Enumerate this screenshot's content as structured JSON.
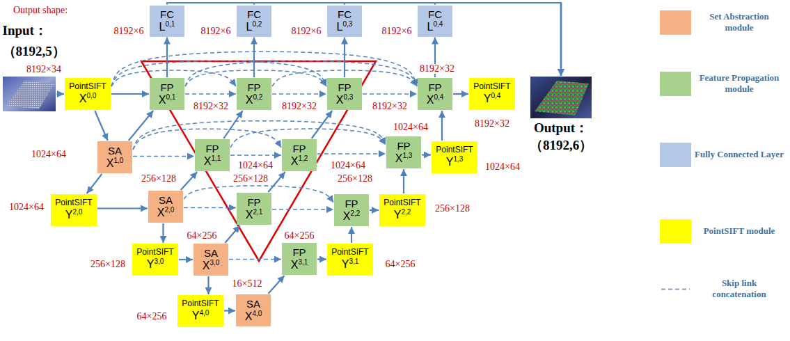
{
  "diagram": {
    "nodes": [
      {
        "text": [
          "FC",
          "L",
          "0,1"
        ]
      },
      {
        "text": [
          "FC",
          "L",
          "0,2"
        ]
      },
      {
        "text": [
          "FC",
          "L",
          "0,3"
        ]
      },
      {
        "text": [
          "FC",
          "L",
          "0,4"
        ]
      },
      {
        "text": [
          "Input：",
          "（8192,5）"
        ]
      },
      {
        "text": [
          "PointSIFT",
          "X",
          "0,0"
        ]
      },
      {
        "text": [
          "FP",
          "X",
          "0,1"
        ]
      },
      {
        "text": [
          "FP",
          "X",
          "0,2"
        ]
      },
      {
        "text": [
          "FP",
          "X",
          "0,3"
        ]
      },
      {
        "text": [
          "FP",
          "X",
          "0,4"
        ]
      },
      {
        "text": [
          "PointSIFT",
          "Y",
          "0,4"
        ]
      },
      {
        "text": [
          "Output：",
          "（8192,6）"
        ]
      },
      {
        "text": [
          "SA",
          "X",
          "1,0"
        ]
      },
      {
        "text": [
          "FP",
          "X",
          "1,1"
        ]
      },
      {
        "text": [
          "FP",
          "X",
          "1,2"
        ]
      },
      {
        "text": [
          "FP",
          "X",
          "1,3"
        ]
      },
      {
        "text": [
          "PointSIFT",
          "Y",
          "1,3"
        ]
      },
      {
        "text": [
          "PointSIFT",
          "Y",
          "2,0"
        ]
      },
      {
        "text": [
          "SA",
          "X",
          "2,0"
        ]
      },
      {
        "text": [
          "FP",
          "X",
          "2,1"
        ]
      },
      {
        "text": [
          "FP",
          "X",
          "2,2"
        ]
      },
      {
        "text": [
          "PointSIFT",
          "Y",
          "2,2"
        ]
      },
      {
        "text": [
          "PointSIFT",
          "Y",
          "3,0"
        ]
      },
      {
        "text": [
          "SA",
          "X",
          "3,0"
        ]
      },
      {
        "text": [
          "FP",
          "X",
          "3,1"
        ]
      },
      {
        "text": [
          "PointSIFT",
          "Y",
          "3,1"
        ]
      },
      {
        "text": [
          "PointSIFT",
          "Y",
          "4,0"
        ]
      },
      {
        "text": [
          "SA",
          "X",
          "4,0"
        ]
      }
    ],
    "edges": [
      {
        "from": 4,
        "to": 5,
        "arrow": "to"
      },
      {
        "from": 5,
        "to": 6,
        "arrow": "to"
      },
      {
        "from": 5,
        "to": 12,
        "arrow": "to"
      },
      {
        "from": 12,
        "to": 6,
        "arrow": "to"
      },
      {
        "from": 6,
        "to": 0,
        "arrow": "to"
      },
      {
        "from": 5,
        "to": 7,
        "arrow": "to"
      },
      {
        "from": 5,
        "to": 8,
        "arrow": "to"
      },
      {
        "from": 5,
        "to": 9,
        "arrow": "to"
      },
      {
        "from": 6,
        "to": 7,
        "arrow": "to"
      },
      {
        "from": 6,
        "to": 8,
        "arrow": "to"
      },
      {
        "from": 6,
        "to": 9,
        "arrow": "to"
      },
      {
        "from": 7,
        "to": 8,
        "arrow": "to"
      },
      {
        "from": 7,
        "to": 9,
        "arrow": "to"
      },
      {
        "from": 8,
        "to": 9,
        "arrow": "to"
      },
      {
        "from": 7,
        "to": 1,
        "arrow": "to"
      },
      {
        "from": 8,
        "to": 2,
        "arrow": "to"
      },
      {
        "from": 9,
        "to": 3,
        "arrow": "to"
      },
      {
        "from": 9,
        "to": 10,
        "arrow": "to"
      },
      {
        "from": 0,
        "to": 11,
        "arrow": "to"
      },
      {
        "from": 1,
        "to": 11,
        "arrow": "to"
      },
      {
        "from": 2,
        "to": 11,
        "arrow": "to"
      },
      {
        "from": 3,
        "to": 11,
        "arrow": "to"
      },
      {
        "from": 12,
        "to": 13,
        "arrow": "to"
      },
      {
        "from": 12,
        "to": 14,
        "arrow": "to"
      },
      {
        "from": 12,
        "to": 15,
        "arrow": "to"
      },
      {
        "from": 13,
        "to": 14,
        "arrow": "to"
      },
      {
        "from": 13,
        "to": 15,
        "arrow": "to"
      },
      {
        "from": 14,
        "to": 15,
        "arrow": "to"
      },
      {
        "from": 13,
        "to": 7,
        "arrow": "to"
      },
      {
        "from": 14,
        "to": 8,
        "arrow": "to"
      },
      {
        "from": 15,
        "to": 16,
        "arrow": "to"
      },
      {
        "from": 16,
        "to": 9,
        "arrow": "to"
      },
      {
        "from": 12,
        "to": 17,
        "arrow": "to"
      },
      {
        "from": 17,
        "to": 18,
        "arrow": "to"
      },
      {
        "from": 18,
        "to": 13,
        "arrow": "to"
      },
      {
        "from": 18,
        "to": 19,
        "arrow": "to"
      },
      {
        "from": 18,
        "to": 20,
        "arrow": "to"
      },
      {
        "from": 19,
        "to": 20,
        "arrow": "to"
      },
      {
        "from": 19,
        "to": 14,
        "arrow": "to"
      },
      {
        "from": 20,
        "to": 21,
        "arrow": "to"
      },
      {
        "from": 21,
        "to": 15,
        "arrow": "to"
      },
      {
        "from": 18,
        "to": 22,
        "arrow": "to"
      },
      {
        "from": 22,
        "to": 23,
        "arrow": "to"
      },
      {
        "from": 23,
        "to": 19,
        "arrow": "to"
      },
      {
        "from": 23,
        "to": 24,
        "arrow": "to"
      },
      {
        "from": 24,
        "to": 25,
        "arrow": "to"
      },
      {
        "from": 25,
        "to": 20,
        "arrow": "to"
      },
      {
        "from": 23,
        "to": 26,
        "arrow": "to"
      },
      {
        "from": 26,
        "to": 27,
        "arrow": "to"
      },
      {
        "from": 27,
        "to": 24,
        "arrow": "to"
      }
    ],
    "labels": [
      "Output shape:",
      "8192×6",
      "8192×6",
      "8192×6",
      "8192×6",
      "8192×34",
      "8192×32",
      "8192×32",
      "8192×32",
      "8192×32",
      "8192×32",
      "1024×64",
      "1024×64",
      "1024×64",
      "1024×64",
      "1024×64",
      "256×128",
      "256×128",
      "256×128",
      "1024×64",
      "256×128",
      "64×256",
      "64×256",
      "256×128",
      "64×256",
      "16×512",
      "64×256"
    ],
    "legend": [
      {
        "text": "Set Abstraction module",
        "color": "#f4b183"
      },
      {
        "text": "Feature Propagation module",
        "color": "#a9d18e"
      },
      {
        "text": "Fully Connected Layer",
        "color": "#b4c7e7"
      },
      {
        "text": "PointSIFT module",
        "color": "#ffff00"
      },
      {
        "text": "Skip link concatenation"
      }
    ]
  }
}
